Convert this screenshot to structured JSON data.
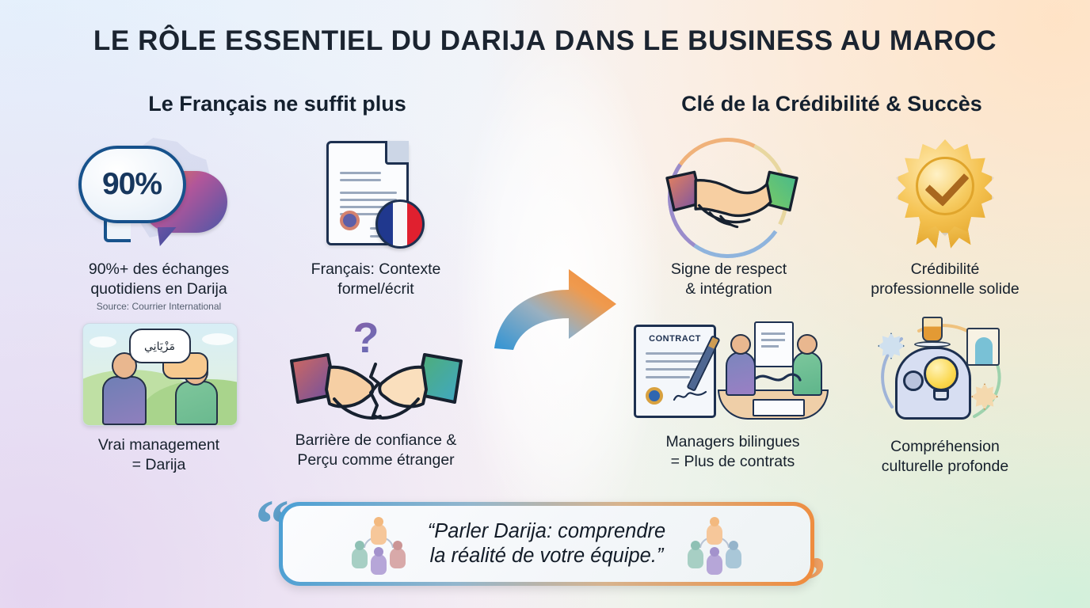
{
  "title": {
    "before": "LE RÔLE ESSENTIEL DU ",
    "emphasis": "DARIJA",
    "after": " DANS LE BUSINESS AU MAROC",
    "full": "LE RÔLE ESSENTIEL DU DARIJA DANS LE BUSINESS AU MAROC"
  },
  "columns": {
    "left": {
      "heading": "Le Français ne suffit plus",
      "items": [
        {
          "id": "stat-darija",
          "icon": "speech-bubbles-icon",
          "value": "90%",
          "caption": "90%+ des échanges\nquotidiens en Darija",
          "source": "Source: Courrier International"
        },
        {
          "id": "french-formal",
          "icon": "document-french-flag-icon",
          "caption": "Français: Contexte\nformel/écrit"
        },
        {
          "id": "real-management",
          "icon": "two-people-conversation-icon",
          "bubble_text": "مَزْيَانِي",
          "caption": "Vrai management\n= Darija"
        },
        {
          "id": "trust-barrier",
          "icon": "broken-handshake-question-icon",
          "question_mark": "?",
          "caption": "Barrière de confiance &\nPerçu comme étranger"
        }
      ]
    },
    "right": {
      "heading": "Clé de la Crédibilité & Succès",
      "items": [
        {
          "id": "respect-sign",
          "icon": "handshake-arcs-icon",
          "caption": "Signe de respect\n& intégration"
        },
        {
          "id": "professional-credibility",
          "icon": "gold-award-check-icon",
          "caption": "Crédibilité\nprofessionnelle solide"
        },
        {
          "id": "bilingual-managers",
          "icon": "contract-signing-handshake-icon",
          "contract_label": "CONTRACT",
          "caption": "Managers bilingues\n= Plus de contrats"
        },
        {
          "id": "cultural-understanding",
          "icon": "head-lightbulb-culture-icon",
          "caption": "Compréhension\nculturelle profonde"
        }
      ]
    }
  },
  "center_arrow": {
    "icon": "curved-right-arrow-icon",
    "gradient_from": "#3f95cf",
    "gradient_to": "#f08a3a"
  },
  "quote": {
    "text": "“Parler Darija: comprendre\nla réalité de votre équipe.”",
    "open_mark": "“",
    "close_mark": "”",
    "left_icon": "team-group-icon",
    "right_icon": "team-group-icon"
  },
  "palette": {
    "title_color": "#1b2430",
    "heading_color": "#14202e",
    "caption_color": "#16202c",
    "source_color": "#556070",
    "bg_top_left": "#e4f0fc",
    "bg_top_right": "#ffe2c4",
    "bg_bottom_left": "#e4d4f0",
    "bg_bottom_right": "#d0f0da",
    "quote_border_start": "#4a9fd4",
    "quote_border_end": "#ef8b3c",
    "gold": "#f5c352",
    "navy": "#1d3050"
  }
}
